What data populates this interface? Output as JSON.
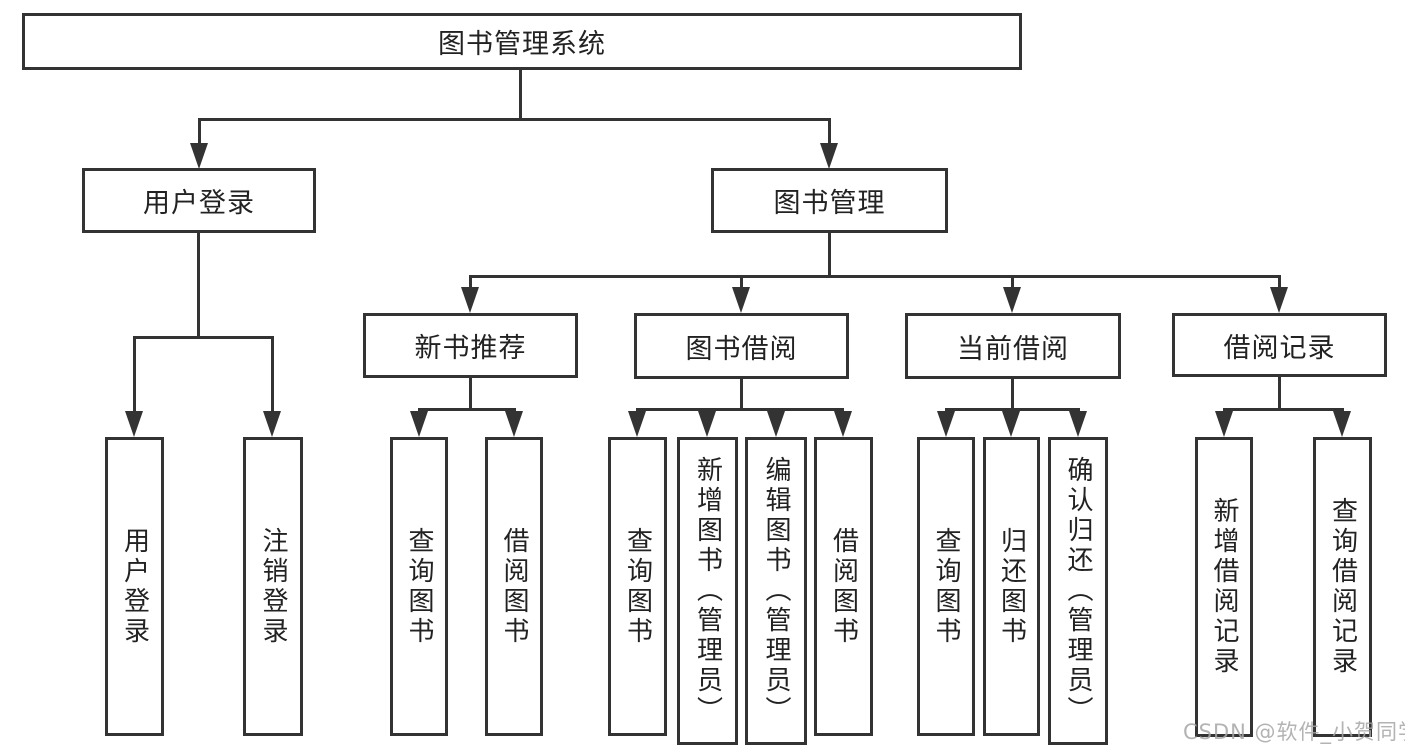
{
  "diagram": {
    "title": "图书管理系统",
    "type": "hierarchy-tree",
    "colors": {
      "line": "#333333",
      "text": "#222222",
      "box_background": "#ffffff",
      "page_background": "#ffffff",
      "watermark": "#a6a6a6"
    }
  },
  "nodes": {
    "root": {
      "label": "图书管理系统"
    },
    "level2": [
      {
        "label": "用户登录",
        "parent": "图书管理系统"
      },
      {
        "label": "图书管理",
        "parent": "图书管理系统"
      }
    ],
    "level3": [
      {
        "label": "新书推荐",
        "parent": "图书管理"
      },
      {
        "label": "图书借阅",
        "parent": "图书管理"
      },
      {
        "label": "当前借阅",
        "parent": "图书管理"
      },
      {
        "label": "借阅记录",
        "parent": "图书管理"
      }
    ],
    "level4": [
      {
        "label": "用户登录",
        "parent": "用户登录"
      },
      {
        "label": "注销登录",
        "parent": "用户登录"
      },
      {
        "label": "查询图书",
        "parent": "新书推荐"
      },
      {
        "label": "借阅图书",
        "parent": "新书推荐"
      },
      {
        "label": "查询图书",
        "parent": "图书借阅"
      },
      {
        "label": "新增图书（管理员）",
        "parent": "图书借阅"
      },
      {
        "label": "编辑图书（管理员）",
        "parent": "图书借阅"
      },
      {
        "label": "借阅图书",
        "parent": "图书借阅"
      },
      {
        "label": "查询图书",
        "parent": "当前借阅"
      },
      {
        "label": "归还图书",
        "parent": "当前借阅"
      },
      {
        "label": "确认归还（管理员）",
        "parent": "当前借阅"
      },
      {
        "label": "新增借阅记录",
        "parent": "借阅记录"
      },
      {
        "label": "查询借阅记录",
        "parent": "借阅记录"
      }
    ]
  },
  "watermark": {
    "text": "CSDN @软件_小贺同学"
  }
}
